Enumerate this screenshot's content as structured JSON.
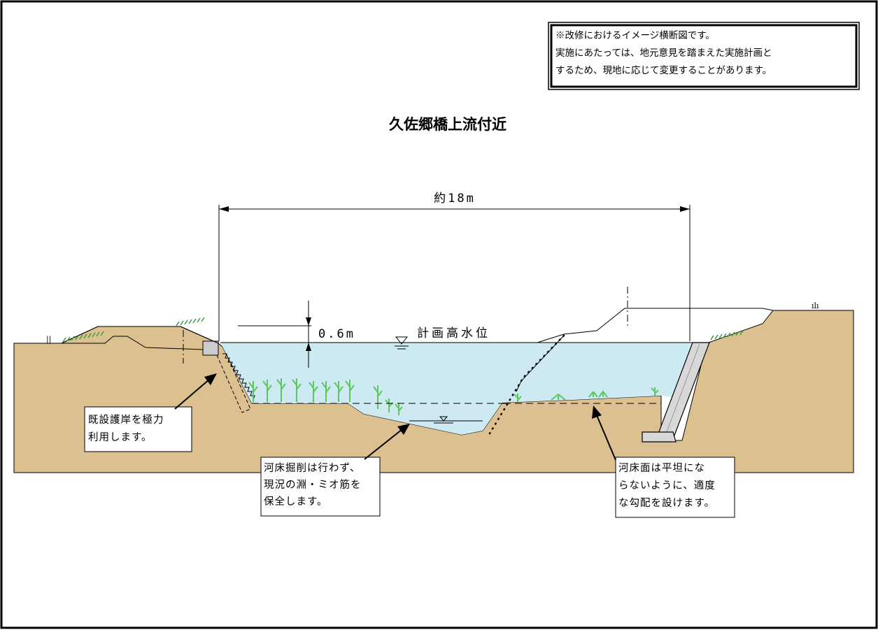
{
  "notice": {
    "line1": "※改修におけるイメージ横断図です。",
    "line2": "実施にあたっては、地元意見を踏まえた実施計画と",
    "line3": "するため、現地に応じて変更することがあります。"
  },
  "title": "久佐郷橋上流付近",
  "width_label": "約18m",
  "freeboard_label": "0.6m",
  "design_high_water_label": "計画高水位",
  "callouts": {
    "left": {
      "line1": "既設護岸を極力",
      "line2": "利用します。"
    },
    "middle": {
      "line1": "河床掘削は行わず、",
      "line2": "現況の淵・ミオ筋を",
      "line3": "保全します。"
    },
    "right": {
      "line1": "河床面は平坦にな",
      "line2": "らないように、適度",
      "line3": "な勾配を設けます。"
    }
  },
  "colors": {
    "ground": "#dcc090",
    "water": "#cde9f1",
    "grass": "#3a9a3a",
    "plant": "#5cc85c",
    "concrete": "#d8d8d8"
  }
}
